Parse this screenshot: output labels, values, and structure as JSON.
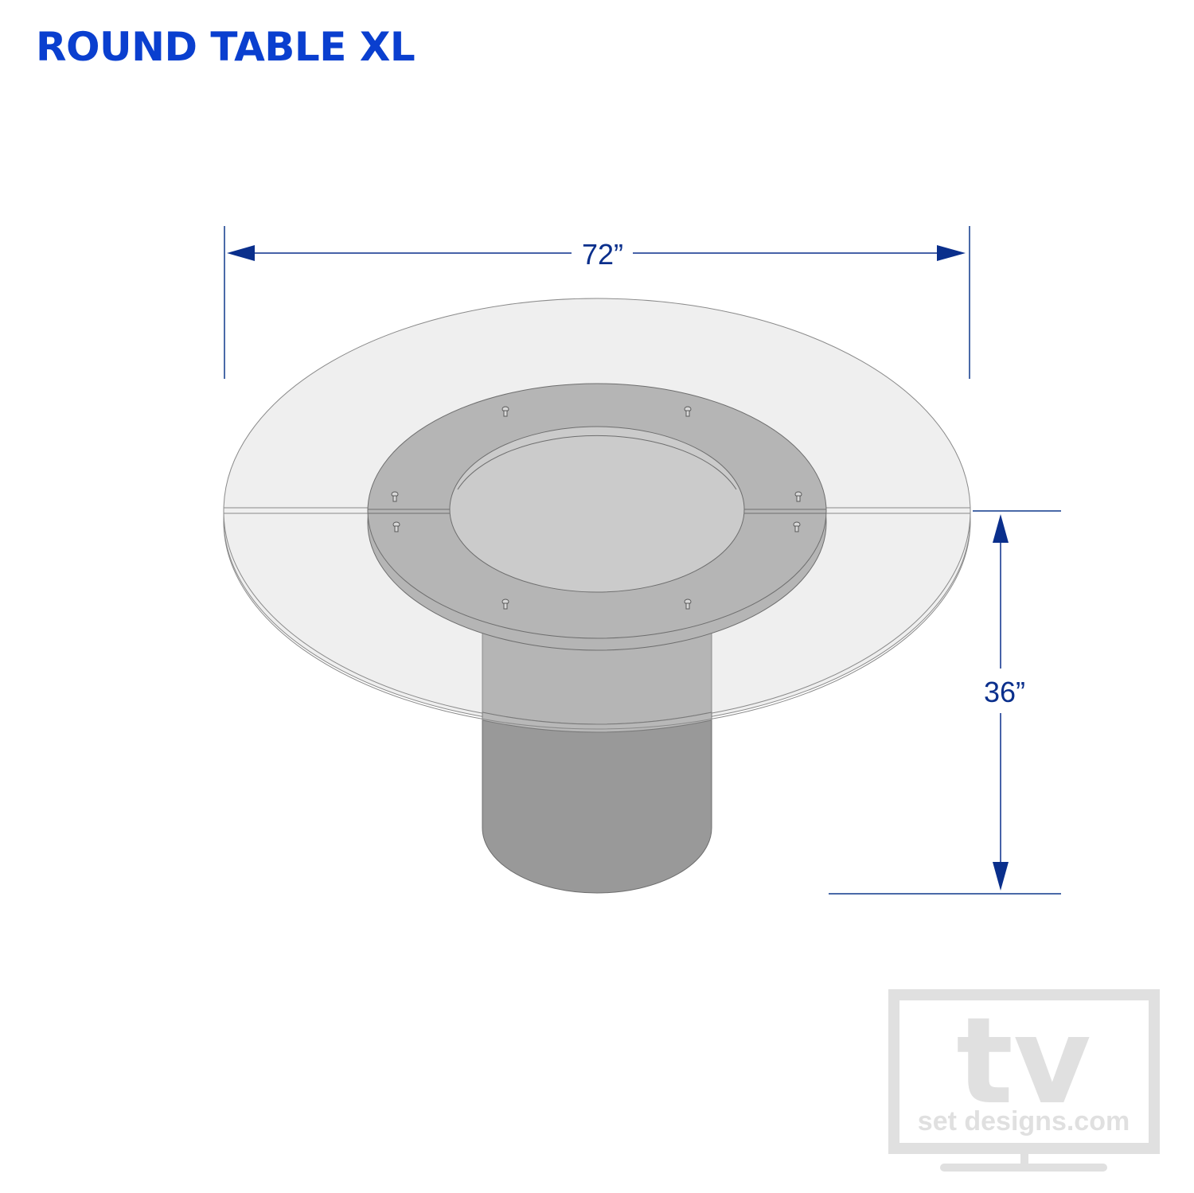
{
  "header": {
    "title": "ROUND TABLE XL"
  },
  "dimensions": {
    "width": {
      "label": "72”",
      "value": 72,
      "unit": "in"
    },
    "height": {
      "label": "36”",
      "value": 36,
      "unit": "in"
    }
  },
  "watermark": {
    "big": "tv",
    "small": "set designs.com"
  },
  "colors": {
    "title": "#0a3fcf",
    "dimension": "#0a2f8c",
    "tabletop": "#efefef",
    "ring": "#b5b5b5",
    "center": "#cbcbcb",
    "pedestal_upper": "#b5b5b5",
    "pedestal_lower": "#999999",
    "watermark": "#e0e0e0"
  }
}
